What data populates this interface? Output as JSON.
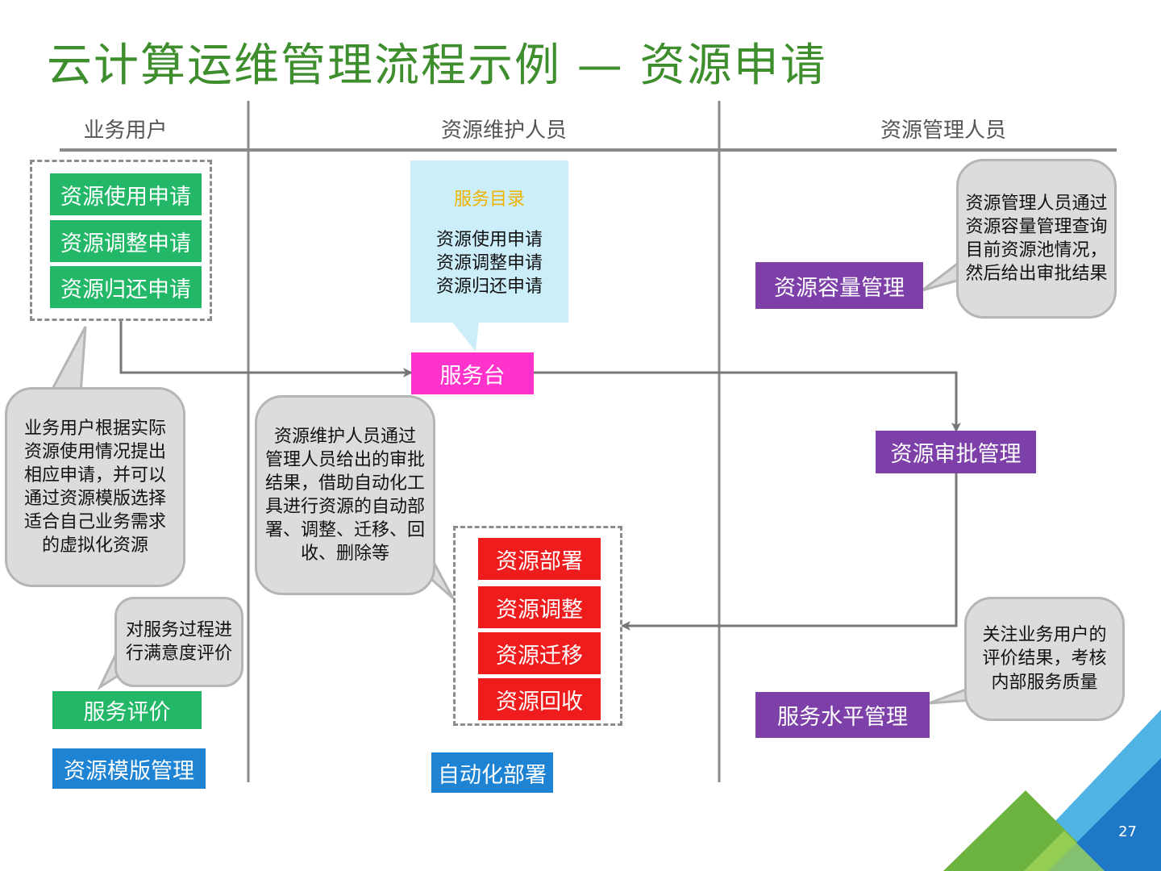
{
  "title": "云计算运维管理流程示例 — 资源申请",
  "lanes": [
    "业务用户",
    "资源维护人员",
    "资源管理人员"
  ],
  "user_requests": [
    "资源使用申请",
    "资源调整申请",
    "资源归还申请"
  ],
  "service_catalog": {
    "title": "服务目录",
    "items": [
      "资源使用申请",
      "资源调整申请",
      "资源归还申请"
    ]
  },
  "service_desk": "服务台",
  "capacity_mgmt": "资源容量管理",
  "approval_mgmt": "资源审批管理",
  "sla_mgmt": "服务水平管理",
  "automation_actions": [
    "资源部署",
    "资源调整",
    "资源迁移",
    "资源回收"
  ],
  "auto_deploy": "自动化部署",
  "service_eval": "服务评价",
  "template_mgmt": "资源模版管理",
  "notes": {
    "user_note": [
      "业务用户根据实际",
      "资源使用情况提出",
      "相应申请，并可以",
      "通过资源模版选择",
      "适合自己业务需求",
      "的虚拟化资源"
    ],
    "maintainer_note": [
      "资源维护人员通过",
      "管理人员给出的审批",
      "结果，借助自动化工",
      "具进行资源的自动部",
      "署、调整、迁移、回",
      "收、删除等"
    ],
    "eval_note": [
      "对服务过程进",
      "行满意度评价"
    ],
    "manager_note": [
      "资源管理人员通过",
      "资源容量管理查询",
      "目前资源池情况，",
      "然后给出审批结果"
    ],
    "sla_note": [
      "关注业务用户的",
      "评价结果，考核",
      "内部服务质量"
    ]
  },
  "page_number": "27",
  "colors": {
    "title": "#3e8e2e",
    "green": "#22b868",
    "blue": "#1e83d2",
    "purple": "#7d3fa8",
    "red": "#ee1c1c",
    "pink": "#ff33cc",
    "catalog_bg": "#cceefa",
    "catalog_title": "#f0b400"
  }
}
